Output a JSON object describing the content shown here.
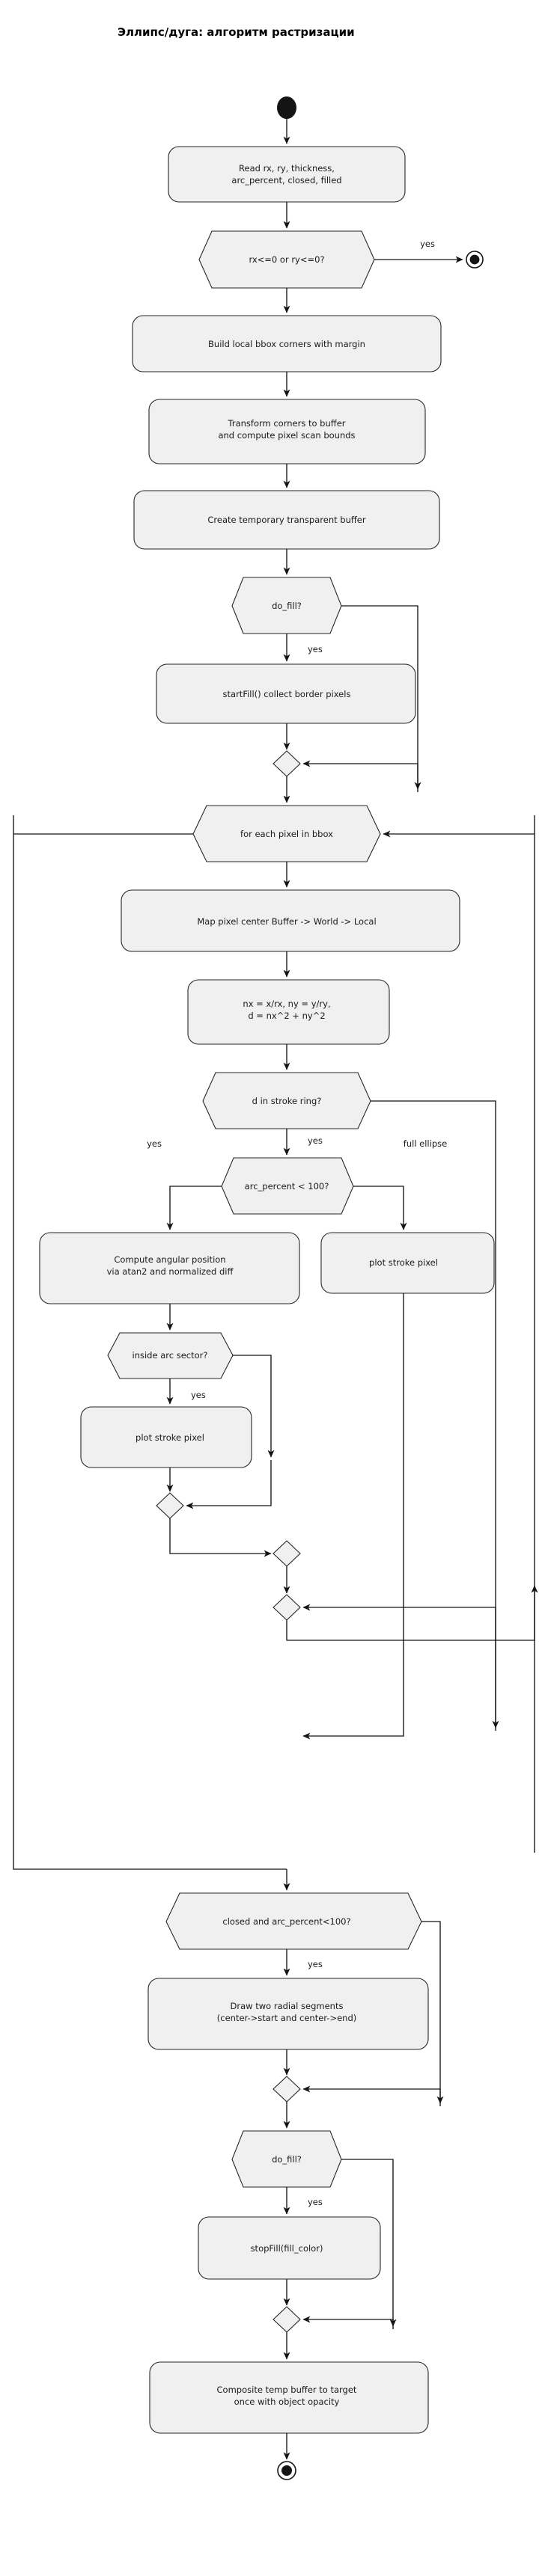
{
  "title": "Эллипс/дуга: алгоритм растризации",
  "colors": {
    "node_fill": "#f0f0f0",
    "node_stroke": "#262626",
    "edge_stroke": "#141414",
    "text": "#1a1a1a",
    "background": "#ffffff"
  },
  "nodes": {
    "start": {
      "kind": "initial-node",
      "label": ""
    },
    "read_params": {
      "kind": "action",
      "line1": "Read rx, ry, thickness,",
      "line2": "arc_percent, closed, filled"
    },
    "check_radii": {
      "kind": "decision",
      "label": "rx<=0 or ry<=0?"
    },
    "early_end": {
      "kind": "final-node",
      "label": ""
    },
    "build_bbox": {
      "kind": "action",
      "line1": "Build local bbox corners with margin",
      "line2": ""
    },
    "transform_corners": {
      "kind": "action",
      "line1": "Transform corners to buffer",
      "line2": "and compute pixel scan bounds"
    },
    "create_buffer": {
      "kind": "action",
      "line1": "Create temporary transparent buffer",
      "line2": ""
    },
    "do_fill_1": {
      "kind": "decision",
      "label": "do_fill?"
    },
    "start_fill": {
      "kind": "action",
      "line1": "startFill() collect border pixels",
      "line2": ""
    },
    "merge_fill_1": {
      "kind": "merge",
      "label": ""
    },
    "loop_pixels": {
      "kind": "decision",
      "label": "for each pixel in bbox"
    },
    "map_pixel": {
      "kind": "action",
      "line1": "Map pixel center Buffer -> World -> Local",
      "line2": ""
    },
    "normalize": {
      "kind": "action",
      "line1": "nx = x/rx, ny = y/ry,",
      "line2": "d = nx^2 + ny^2"
    },
    "in_ring": {
      "kind": "decision",
      "label": "d in stroke ring?"
    },
    "arc_lt_100": {
      "kind": "decision",
      "label": "arc_percent < 100?"
    },
    "angular_pos": {
      "kind": "action",
      "line1": "Compute angular position",
      "line2": "via atan2 and normalized diff"
    },
    "plot_full": {
      "kind": "action",
      "line1": "plot stroke pixel",
      "line2": ""
    },
    "inside_sector": {
      "kind": "decision",
      "label": "inside arc sector?"
    },
    "plot_arc": {
      "kind": "action",
      "line1": "plot stroke pixel",
      "line2": ""
    },
    "merge_sector": {
      "kind": "merge",
      "label": ""
    },
    "merge_arc": {
      "kind": "merge",
      "label": ""
    },
    "merge_ring": {
      "kind": "merge",
      "label": ""
    },
    "closed_arc": {
      "kind": "decision",
      "label": "closed and arc_percent<100?"
    },
    "radial_segments": {
      "kind": "action",
      "line1": "Draw two radial segments",
      "line2": "(center->start and center->end)"
    },
    "merge_radial": {
      "kind": "merge",
      "label": ""
    },
    "do_fill_2": {
      "kind": "decision",
      "label": "do_fill?"
    },
    "stop_fill": {
      "kind": "action",
      "line1": "stopFill(fill_color)",
      "line2": ""
    },
    "merge_fill_2": {
      "kind": "merge",
      "label": ""
    },
    "composite": {
      "kind": "action",
      "line1": "Composite temp buffer to target",
      "line2": "once with object opacity"
    },
    "end": {
      "kind": "final-node",
      "label": ""
    }
  },
  "edge_labels": {
    "radii_yes": "yes",
    "do_fill_1_yes": "yes",
    "ring_yes": "yes",
    "arc_yes": "yes",
    "full_ellipse": "full ellipse",
    "sector_yes": "yes",
    "closed_yes": "yes",
    "do_fill_2_yes": "yes"
  }
}
